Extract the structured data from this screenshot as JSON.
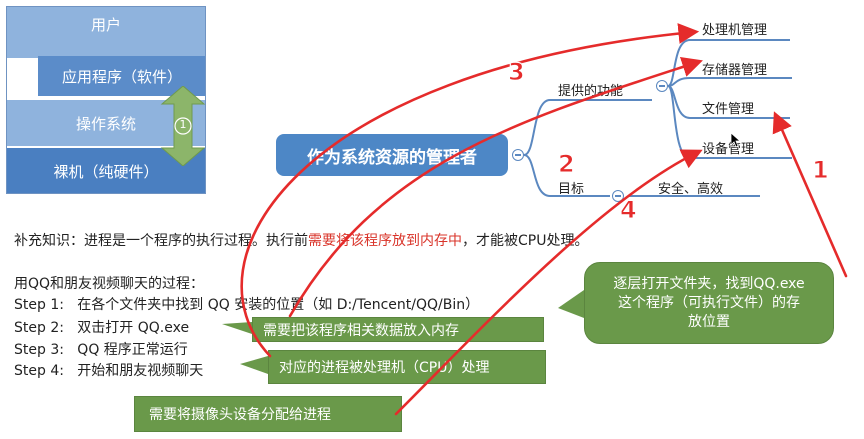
{
  "layers": {
    "user": "用户",
    "app": "应用程序（软件）",
    "os": "操作系统",
    "os_marker": "1",
    "hardware": "裸机（纯硬件）"
  },
  "mindmap": {
    "central": "作为系统资源的管理者",
    "branch_functions": "提供的功能",
    "branch_goal": "目标",
    "goal_value": "安全、高效",
    "functions": [
      "处理机管理",
      "存储器管理",
      "文件管理",
      "设备管理"
    ]
  },
  "supplement": {
    "prefix": "补充知识：进程是一个程序的执行过程。执行前",
    "highlight": "需要将该程序放到内存中",
    "suffix": "，才能被CPU处理。"
  },
  "process": {
    "title": "用QQ和朋友视频聊天的过程：",
    "steps": [
      "Step 1:   在各个文件夹中找到 QQ 安装的位置（如 D:/Tencent/QQ/Bin）",
      "Step 2:   双击打开 QQ.exe",
      "Step 3:   QQ 程序正常运行",
      "Step 4:   开始和朋友视频聊天"
    ]
  },
  "callouts": {
    "store": "需要把该程序相关数据放入内存",
    "cpu": "对应的进程被处理机（CPU）处理",
    "camera": "需要将摄像头设备分配给进程",
    "file_lines": [
      "逐层打开文件夹，找到QQ.exe",
      "这个程序（可执行文件）的存",
      "放位置"
    ]
  },
  "badges": [
    "1",
    "2",
    "3",
    "4"
  ],
  "colors": {
    "arrow": "#e52b2b",
    "callout": "#6a994a",
    "central": "#4d87c6",
    "highlight": "#d9342a"
  }
}
